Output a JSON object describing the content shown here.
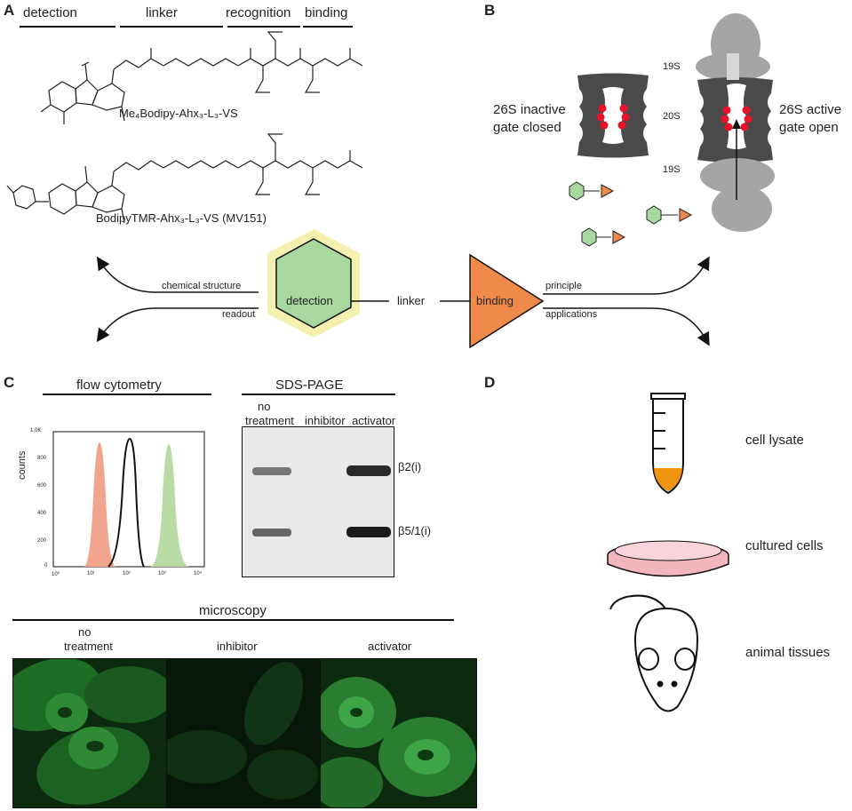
{
  "panelA": {
    "letter": "A",
    "headers": [
      "detection",
      "linker",
      "recognition",
      "binding"
    ],
    "compound1": "Me₄Bodipy-Ahx₃-L₃-VS",
    "compound2": "BodipyTMR-Ahx₃-L₃-VS (MV151)"
  },
  "panelB": {
    "letter": "B",
    "inactive_line1": "26S inactive",
    "inactive_line2": "gate closed",
    "active_line1": "26S active",
    "active_line2": "gate open",
    "top19s": "19S",
    "mid20s": "20S",
    "bot19s": "19S"
  },
  "center": {
    "detection": "detection",
    "linker": "linker",
    "binding": "binding",
    "chemical_structure": "chemical structure",
    "readout": "readout",
    "principle": "principle",
    "applications": "applications"
  },
  "panelC": {
    "letter": "C",
    "flow_title": "flow cytometry",
    "sds_title": "SDS-PAGE",
    "counts": "counts",
    "yticks": [
      "1,0K",
      "800",
      "600",
      "400",
      "200",
      "0"
    ],
    "xticks": [
      "10⁰",
      "10¹",
      "10²",
      "10³",
      "10⁴"
    ],
    "lane_no_line1": "no",
    "lane_no_line2": "treatment",
    "lane_inhibitor": "inhibitor",
    "lane_activator": "activator",
    "band1": "β2(i)",
    "band2": "β5/1(i)",
    "microscopy_title": "microscopy",
    "mic_no_line1": "no",
    "mic_no_line2": "treatment",
    "mic_inhibitor": "inhibitor",
    "mic_activator": "activator"
  },
  "panelD": {
    "letter": "D",
    "lysate": "cell lysate",
    "cultured": "cultured cells",
    "tissues": "animal tissues"
  },
  "colors": {
    "green": "#a8d8a0",
    "orange": "#f08a4b",
    "hexglow": "#f3f0b0",
    "red": "#e8122a",
    "darkgray": "#4a4a4a",
    "lightgray": "#a5a5a5",
    "salmon": "#f2a58e",
    "flowgreen": "#b9dca6",
    "dish": "#f4b6be",
    "tubeorange": "#f0950f"
  }
}
